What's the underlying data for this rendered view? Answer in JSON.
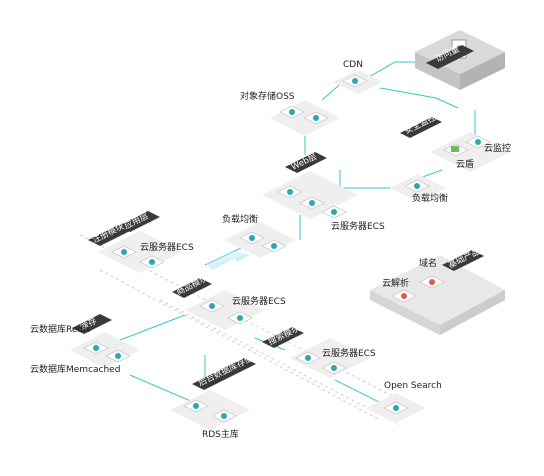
{
  "nodes": {
    "visitor": "访问量",
    "cdn": "CDN",
    "oss": "对象存储OSS",
    "security_layer": "安全监控",
    "yundun": "云盾",
    "yunjiankong": "云监控",
    "slb_top": "负载均衡",
    "web_layer": "Web层",
    "ecs_web": "云服务器ECS",
    "slb_mid": "负载均衡",
    "app_layer": "应用层",
    "app_module_a": "注册模块",
    "ecs_app": "云服务器ECS",
    "app_module_b": "商品模块",
    "ecs_app2": "云服务器ECS",
    "basic_products": "基础产品",
    "domain": "域名",
    "dns": "云解析",
    "cache": "缓存",
    "redis": "云数据库Redis",
    "memcached": "云数据库Memcached",
    "search_module": "搜索模块",
    "ecs_search": "云服务器ECS",
    "backend_storage": "后台数据库存储",
    "rds": "RDS主库",
    "opensearch": "Open Search"
  },
  "colors": {
    "connector": "#3cc3c8",
    "plate": "#efefef",
    "plate_shadow": "#d6d6d6",
    "tag_dark": "#3a3a3a",
    "icon_teal": "#2fa6b3",
    "icon_green": "#6bbf59",
    "icon_red": "#e05a4e"
  }
}
